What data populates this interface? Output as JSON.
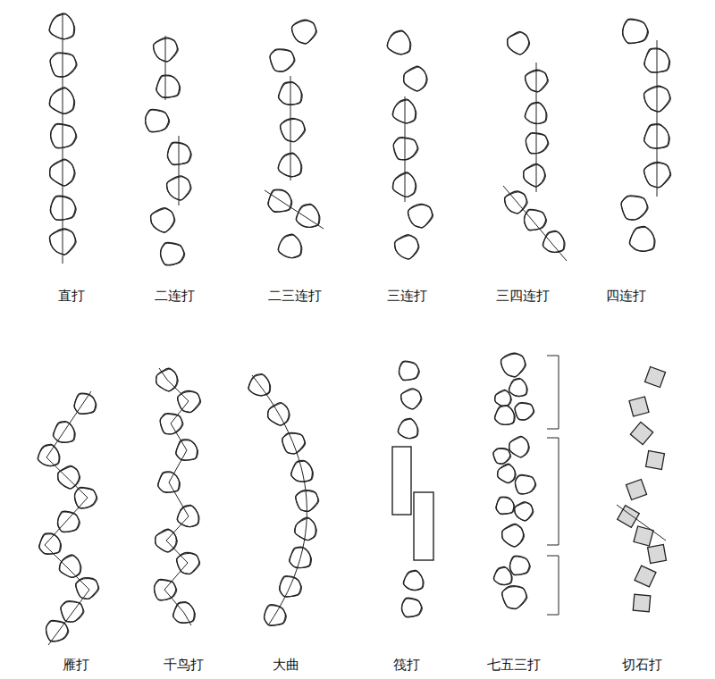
{
  "diagram": {
    "labels": [
      "直打",
      "二连打",
      "二三连打",
      "三连打",
      "三四连打",
      "四连打",
      "雁打",
      "千鸟打",
      "大曲",
      "筏打",
      "七五三打",
      "切石打"
    ]
  }
}
